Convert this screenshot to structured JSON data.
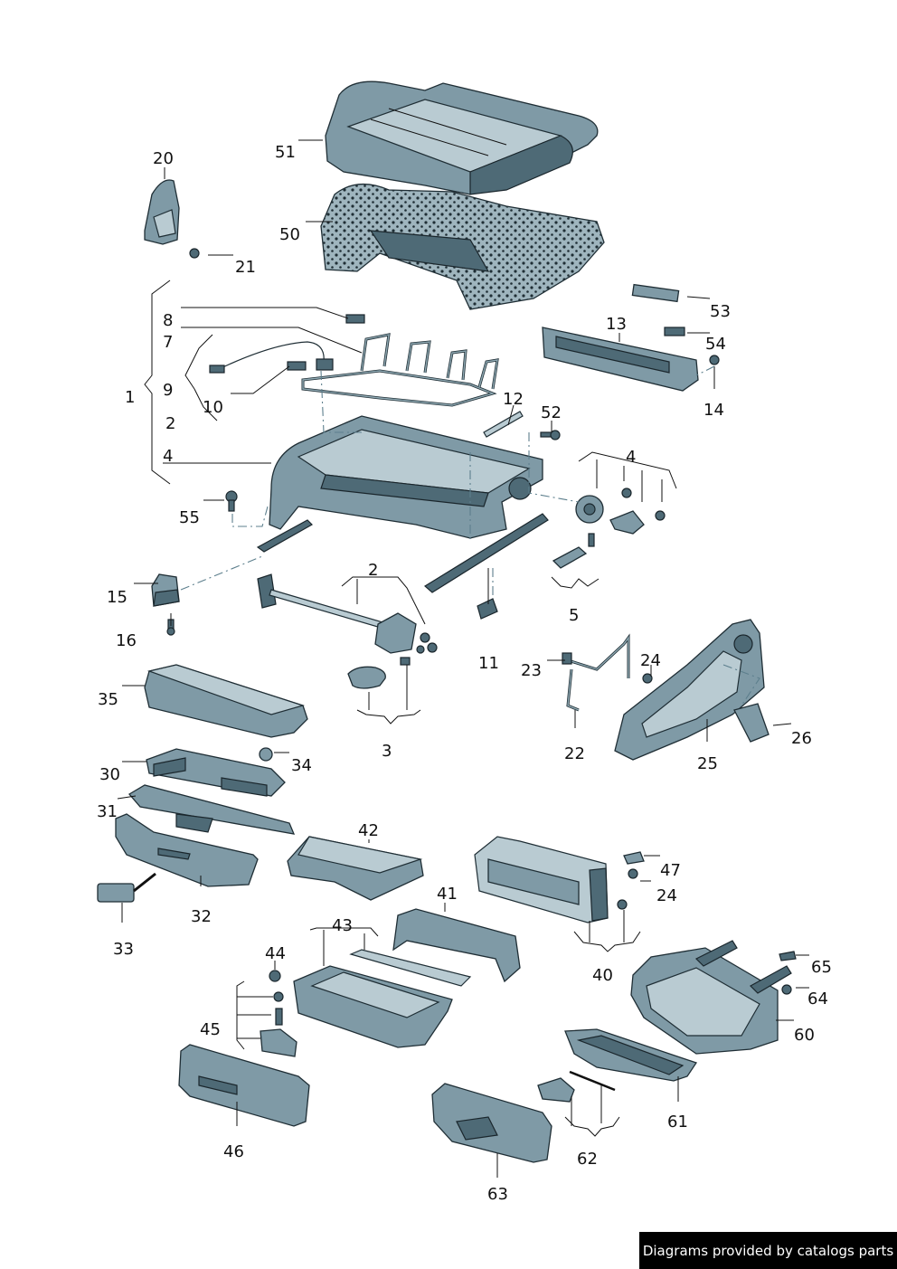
{
  "labels": {
    "n1": "1",
    "n2a": "2",
    "n2b": "2",
    "n3": "3",
    "n4a": "4",
    "n4b": "4",
    "n5": "5",
    "n7": "7",
    "n8": "8",
    "n9": "9",
    "n10": "10",
    "n11": "11",
    "n12": "12",
    "n13": "13",
    "n14": "14",
    "n15": "15",
    "n16": "16",
    "n20": "20",
    "n21": "21",
    "n22": "22",
    "n23": "23",
    "n24a": "24",
    "n24b": "24",
    "n25": "25",
    "n26": "26",
    "n30": "30",
    "n31": "31",
    "n32": "32",
    "n33": "33",
    "n34": "34",
    "n35": "35",
    "n40": "40",
    "n41": "41",
    "n42": "42",
    "n43": "43",
    "n44": "44",
    "n45": "45",
    "n46": "46",
    "n47": "47",
    "n50": "50",
    "n51": "51",
    "n52": "52",
    "n53": "53",
    "n54": "54",
    "n55": "55",
    "n60": "60",
    "n61": "61",
    "n62": "62",
    "n63": "63",
    "n64": "64",
    "n65": "65"
  },
  "watermark": "Diagrams provided by catalogs parts",
  "colors": {
    "part": "#7f9aa6",
    "light": "#b9cbd2",
    "dark": "#4e6a76",
    "outline": "#1f2e35"
  }
}
